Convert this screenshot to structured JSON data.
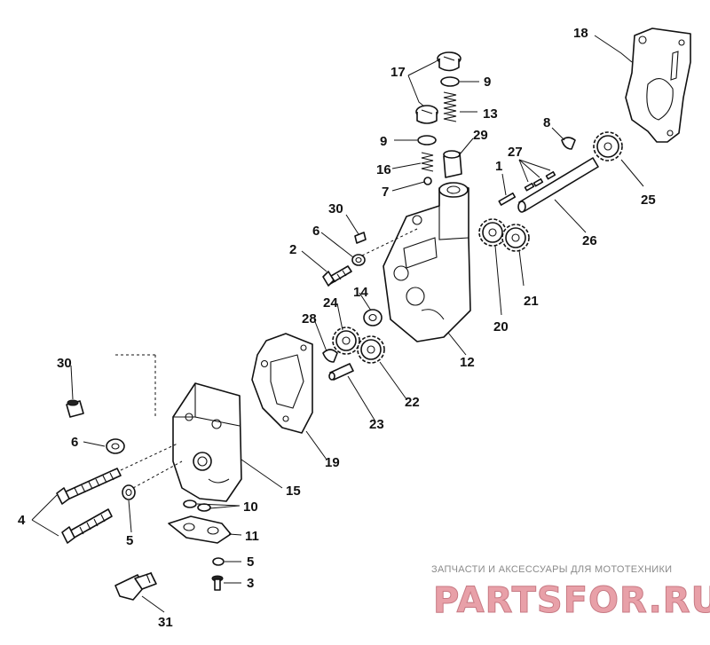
{
  "callouts": {
    "n1": "1",
    "n2": "2",
    "n3": "3",
    "n4": "4",
    "n5a": "5",
    "n5b": "5",
    "n6a": "6",
    "n6b": "6",
    "n7": "7",
    "n8": "8",
    "n9a": "9",
    "n9b": "9",
    "n10": "10",
    "n11": "11",
    "n12": "12",
    "n13": "13",
    "n14": "14",
    "n15": "15",
    "n16": "16",
    "n17": "17",
    "n18": "18",
    "n19": "19",
    "n20": "20",
    "n21": "21",
    "n22": "22",
    "n23": "23",
    "n24": "24",
    "n25": "25",
    "n26": "26",
    "n27": "27",
    "n28": "28",
    "n29": "29",
    "n30a": "30",
    "n30b": "30",
    "n31": "31"
  },
  "watermark": {
    "tagline": "ЗАПЧАСТИ И АКСЕССУАРЫ ДЛЯ МОТОТЕХНИКИ",
    "logo": "PARTSFOR.RU"
  }
}
